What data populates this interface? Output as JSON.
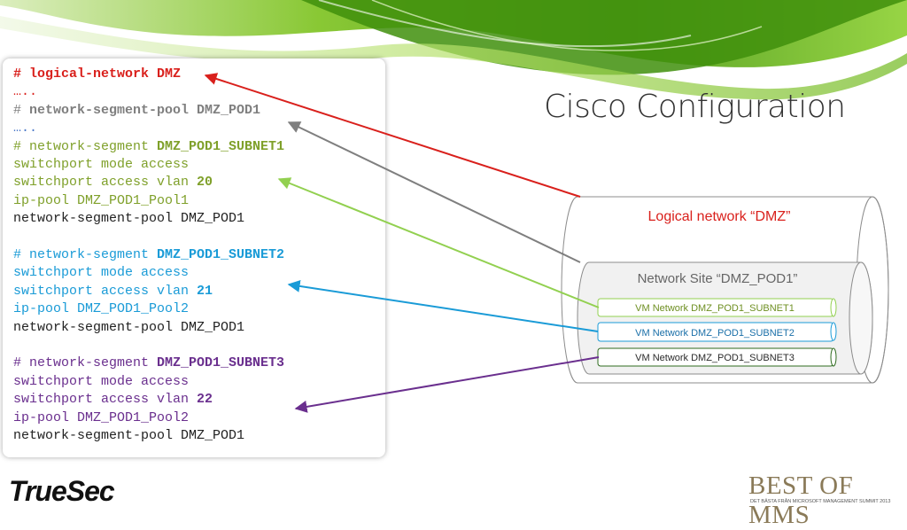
{
  "slide": {
    "title": "Cisco Configuration"
  },
  "colors": {
    "red": "#d9201c",
    "gray": "#7f7f7f",
    "olive": "#7fa02a",
    "light_green": "#92d050",
    "blue": "#1a9bd7",
    "purple": "#6a2f8e",
    "dark_green": "#2e6b1e"
  },
  "code_panel": {
    "lines": [
      {
        "parts": [
          {
            "text": "# logical-network DMZ",
            "color": "#d9201c",
            "bold": true
          }
        ]
      },
      {
        "parts": [
          {
            "text": "…..",
            "color": "#d9201c",
            "bold": false
          }
        ]
      },
      {
        "parts": [
          {
            "text": "# ",
            "color": "#7f7f7f",
            "bold": false
          },
          {
            "text": "network-segment-pool DMZ_POD1",
            "color": "#7f7f7f",
            "bold": true
          }
        ]
      },
      {
        "parts": [
          {
            "text": "…..",
            "color": "#4a78c8",
            "bold": false
          }
        ]
      },
      {
        "parts": [
          {
            "text": "# network-segment ",
            "color": "#7fa02a",
            "bold": false
          },
          {
            "text": "DMZ_POD1_SUBNET1",
            "color": "#7fa02a",
            "bold": true
          }
        ]
      },
      {
        "parts": [
          {
            "text": "switchport mode access",
            "color": "#7fa02a",
            "bold": false
          }
        ]
      },
      {
        "parts": [
          {
            "text": "switchport access vlan ",
            "color": "#7fa02a",
            "bold": false
          },
          {
            "text": "20",
            "color": "#7fa02a",
            "bold": true
          }
        ]
      },
      {
        "parts": [
          {
            "text": "ip-pool DMZ_POD1_Pool1",
            "color": "#7fa02a",
            "bold": false
          }
        ]
      },
      {
        "parts": [
          {
            "text": "network-segment-pool DMZ_POD1",
            "color": "#222222",
            "bold": false
          }
        ]
      },
      {
        "parts": [
          {
            "text": "",
            "color": "#222222",
            "bold": false
          }
        ]
      },
      {
        "parts": [
          {
            "text": "# network-segment ",
            "color": "#1a9bd7",
            "bold": false
          },
          {
            "text": "DMZ_POD1_SUBNET2",
            "color": "#1a9bd7",
            "bold": true
          }
        ]
      },
      {
        "parts": [
          {
            "text": "switchport mode access",
            "color": "#1a9bd7",
            "bold": false
          }
        ]
      },
      {
        "parts": [
          {
            "text": "switchport access vlan ",
            "color": "#1a9bd7",
            "bold": false
          },
          {
            "text": "21",
            "color": "#1a9bd7",
            "bold": true
          }
        ]
      },
      {
        "parts": [
          {
            "text": "ip-pool DMZ_POD1_Pool2",
            "color": "#1a9bd7",
            "bold": false
          }
        ]
      },
      {
        "parts": [
          {
            "text": "network-segment-pool DMZ_POD1",
            "color": "#222222",
            "bold": false
          }
        ]
      },
      {
        "parts": [
          {
            "text": "",
            "color": "#222222",
            "bold": false
          }
        ]
      },
      {
        "parts": [
          {
            "text": "# network-segment ",
            "color": "#6a2f8e",
            "bold": false
          },
          {
            "text": "DMZ_POD1_SUBNET3",
            "color": "#6a2f8e",
            "bold": true
          }
        ]
      },
      {
        "parts": [
          {
            "text": "switchport mode access",
            "color": "#6a2f8e",
            "bold": false
          }
        ]
      },
      {
        "parts": [
          {
            "text": "switchport access vlan ",
            "color": "#6a2f8e",
            "bold": false
          },
          {
            "text": "22",
            "color": "#6a2f8e",
            "bold": true
          }
        ]
      },
      {
        "parts": [
          {
            "text": "ip-pool DMZ_POD1_Pool2",
            "color": "#6a2f8e",
            "bold": false
          }
        ]
      },
      {
        "parts": [
          {
            "text": "network-segment-pool DMZ_POD1",
            "color": "#222222",
            "bold": false
          }
        ]
      }
    ]
  },
  "diagram": {
    "logical_network_label": "Logical network “DMZ”",
    "network_site_label": "Network Site “DMZ_POD1”",
    "vm_networks": [
      {
        "label": "VM Network DMZ_POD1_SUBNET1",
        "color": "#92d050",
        "text_color": "#6e8f22"
      },
      {
        "label": "VM Network DMZ_POD1_SUBNET2",
        "color": "#1a9bd7",
        "text_color": "#1a6fa8"
      },
      {
        "label": "VM Network DMZ_POD1_SUBNET3",
        "color": "#2e6b1e",
        "text_color": "#2b2b2b"
      }
    ]
  },
  "logos": {
    "left": "TrueSec",
    "right_main": "BEST OF MMS",
    "right_sub": "DET BÄSTA FRÅN MICROSOFT MANAGEMENT SUMMIT 2013"
  }
}
